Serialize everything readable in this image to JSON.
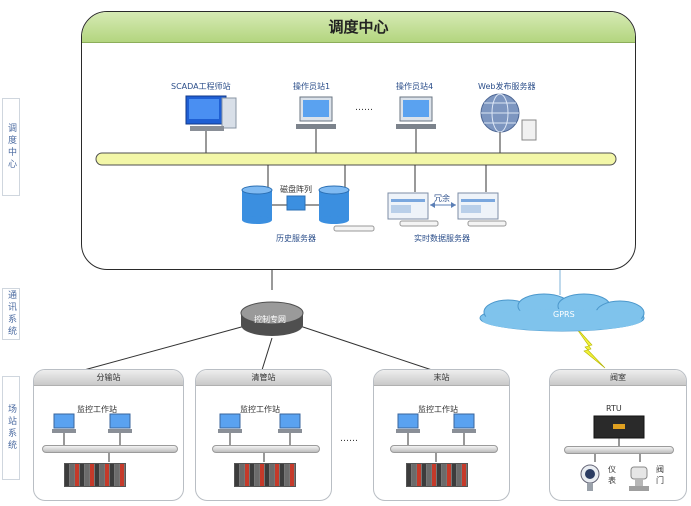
{
  "center": {
    "title": "调度中心"
  },
  "side_labels": {
    "dispatch": "调度中心",
    "comm": "通讯系统",
    "site": "场站系统"
  },
  "nodes": {
    "scada": "SCADA工程师站",
    "op1": "操作员站1",
    "ellipsis": "……",
    "op4": "操作员站4",
    "web": "Web发布服务器",
    "disk": "磁盘阵列",
    "history": "历史服务器",
    "redundant": "冗余",
    "realtime": "实时数据服务器"
  },
  "network": {
    "private": "控制专网",
    "gprs": "GPRS"
  },
  "stations": [
    {
      "name": "分输站",
      "monitor": "监控工作站"
    },
    {
      "name": "清管站",
      "monitor": "监控工作站"
    },
    {
      "name": "末站",
      "monitor": "监控工作站"
    }
  ],
  "station_ellipsis": "……",
  "valve_room": {
    "name": "阀室",
    "rtu": "RTU",
    "meter": "仪表",
    "valve": "阀门"
  },
  "colors": {
    "title_green": "#b3d57f",
    "bus_yellow": "#f3f7a8",
    "cloud_blue": "#7fc3ec",
    "text_blue": "#2b4e8a"
  }
}
